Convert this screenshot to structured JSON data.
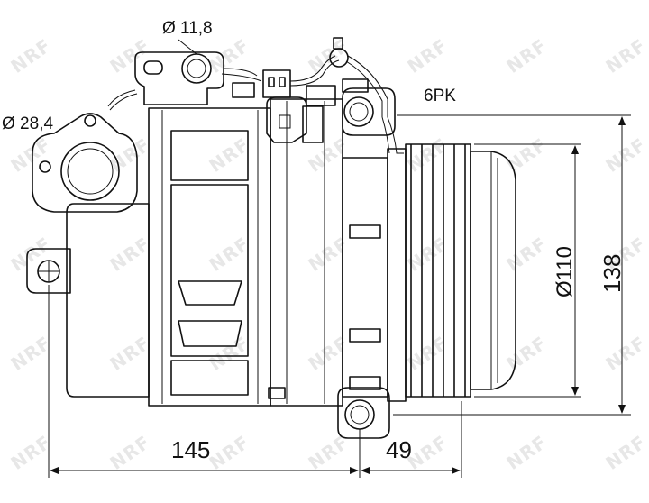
{
  "watermark": {
    "text": "NRF"
  },
  "labels": {
    "discharge_port": "Ø 11,8",
    "suction_port": "Ø 28,4",
    "belt": "6PK",
    "pulley_diameter": "Ø110",
    "height": "138",
    "length": "145",
    "pulley_offset": "49"
  }
}
